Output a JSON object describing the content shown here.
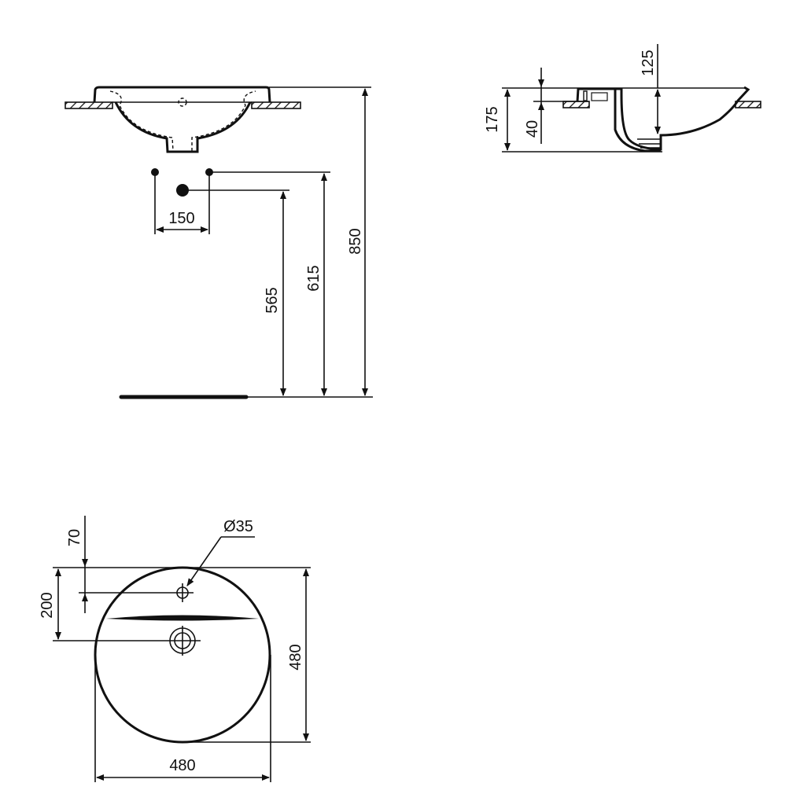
{
  "drawing": {
    "title": "Countertop washbasin technical drawing",
    "stroke_color": "#111111",
    "background": "#ffffff",
    "front_view": {
      "tap_hole_spacing": "150",
      "waste_height": "565",
      "supply_height": "615",
      "rim_height": "850"
    },
    "side_view": {
      "total_depth": "175",
      "above_counter": "40",
      "bowl_depth": "125"
    },
    "plan_view": {
      "tap_hole_diameter": "Ø35",
      "tap_hole_offset": "70",
      "waste_offset": "200",
      "depth": "480",
      "width": "480"
    }
  }
}
